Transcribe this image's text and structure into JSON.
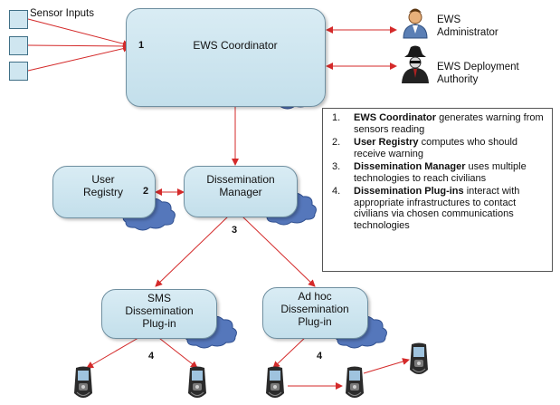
{
  "inputs": {
    "label": "Sensor Inputs"
  },
  "coordinator": {
    "label": "EWS Coordinator",
    "step": "1"
  },
  "actors": [
    {
      "label": "EWS Administrator",
      "icon": "administrator-icon"
    },
    {
      "label": "EWS Deployment Authority",
      "icon": "spy-icon"
    }
  ],
  "registry": {
    "label": "User Registry",
    "step": "2"
  },
  "dissemination": {
    "label": "Dissemination Manager",
    "step": "3"
  },
  "sms_plugin": {
    "label": "SMS Dissemination Plug-in",
    "step": "4"
  },
  "adhoc_plugin": {
    "label": "Ad hoc Dissemination Plug-in",
    "step": "4"
  },
  "legend": [
    {
      "num": "1.",
      "bold": "EWS Coordinator",
      "rest": " generates warning from sensors reading"
    },
    {
      "num": "2.",
      "bold": "User Registry",
      "rest": " computes who should receive warning"
    },
    {
      "num": "3.",
      "bold": "Dissemination Manager",
      "rest": " uses multiple technologies to reach civilians"
    },
    {
      "num": "4.",
      "bold": "Dissemination Plug-ins",
      "rest": " interact with appropriate infrastructures to contact civilians via chosen communications technologies"
    }
  ],
  "colors": {
    "arrow": "#d42a2a",
    "box": "#c9e3ee",
    "cloud": "#5577bb"
  }
}
